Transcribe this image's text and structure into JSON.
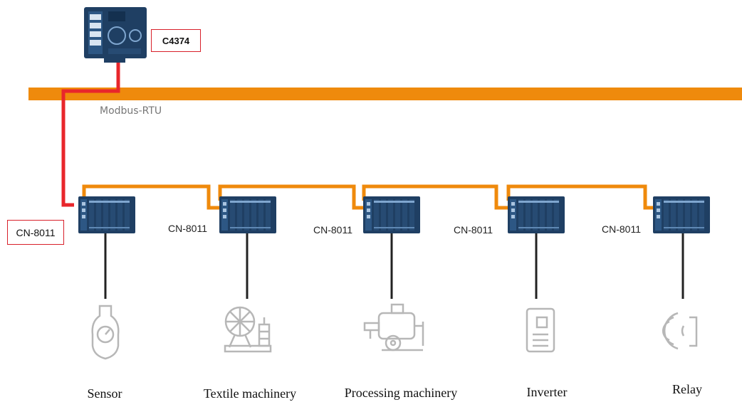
{
  "controller": {
    "label": "C4374"
  },
  "bus": {
    "label": "Modbus-RTU"
  },
  "nodes": [
    {
      "label": "CN-8011",
      "device": "Sensor",
      "icon": "sensor-icon"
    },
    {
      "label": "CN-8011",
      "device": "Textile machinery",
      "icon": "textile-machinery-icon"
    },
    {
      "label": "CN-8011",
      "device": "Processing machinery",
      "icon": "processing-machinery-icon"
    },
    {
      "label": "CN-8011",
      "device": "Inverter",
      "icon": "inverter-icon"
    },
    {
      "label": "CN-8011",
      "device": "Relay",
      "icon": "relay-icon"
    }
  ],
  "colors": {
    "bus": "#ef8a0c",
    "uplink": "#e8262b",
    "label_border": "#d8202a",
    "module": "#1f3f63",
    "drop_line": "#222222",
    "icon_stroke": "#b7b7b7"
  }
}
